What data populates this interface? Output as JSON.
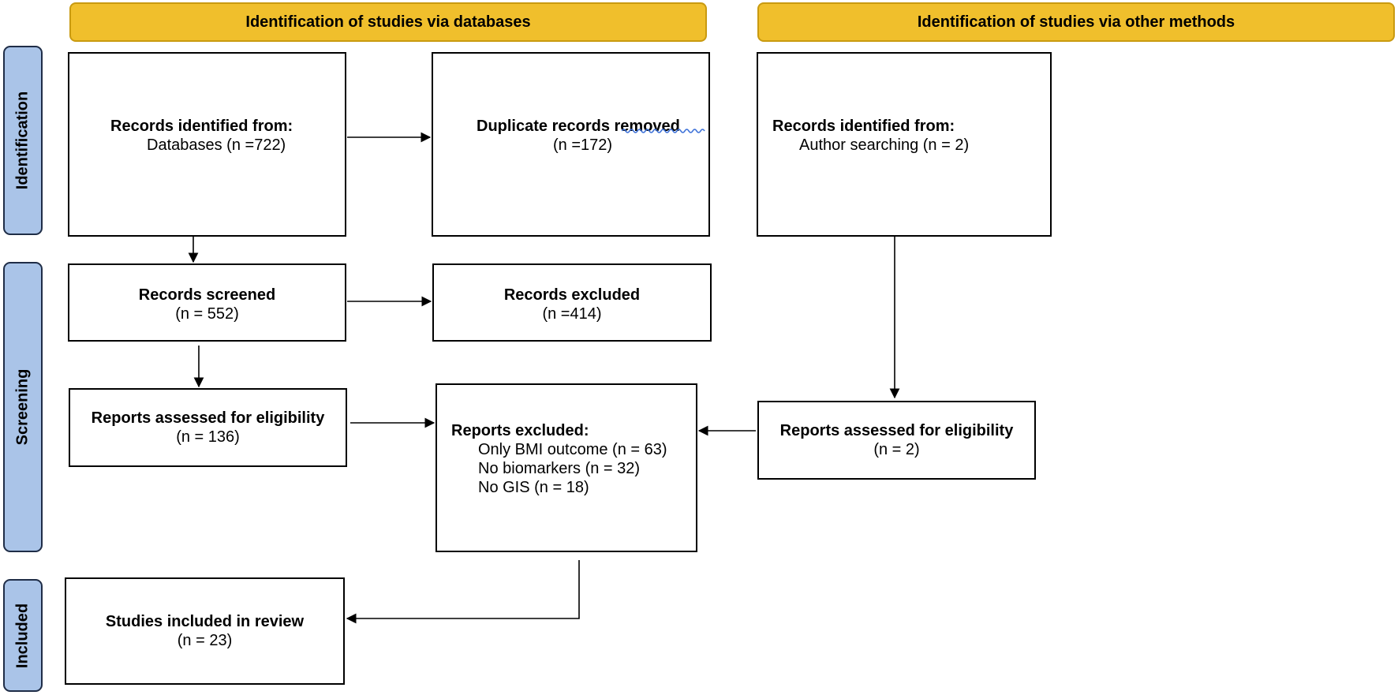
{
  "headers": {
    "databases": "Identification of studies via databases",
    "other": "Identification of studies via other methods"
  },
  "phases": {
    "identification": "Identification",
    "screening": "Screening",
    "included": "Included"
  },
  "boxes": {
    "records_identified": {
      "title": "Records identified from:",
      "detail": "Databases (n =722)"
    },
    "duplicates_removed": {
      "title": "Duplicate records removed",
      "detail": "(n =172)"
    },
    "other_identified": {
      "title": "Records identified from:",
      "detail": "Author searching (n = 2)"
    },
    "records_screened": {
      "title": "Records screened",
      "detail": "(n = 552)"
    },
    "records_excluded": {
      "title": "Records excluded",
      "detail": "(n =414)"
    },
    "reports_assessed": {
      "title": "Reports assessed for eligibility",
      "detail": "(n = 136)"
    },
    "reports_excluded": {
      "title": "Reports excluded:",
      "reasons": [
        "Only BMI outcome (n = 63)",
        "No biomarkers (n = 32)",
        "No GIS (n = 18)"
      ]
    },
    "other_assessed": {
      "title": "Reports assessed for eligibility",
      "detail": "(n = 2)"
    },
    "included": {
      "title": "Studies included in review",
      "detail": "(n = 23)"
    }
  },
  "colors": {
    "header_fill": "#f0bf2c",
    "phase_fill": "#aac4e8",
    "spell_underline": "#3a6fd8"
  }
}
